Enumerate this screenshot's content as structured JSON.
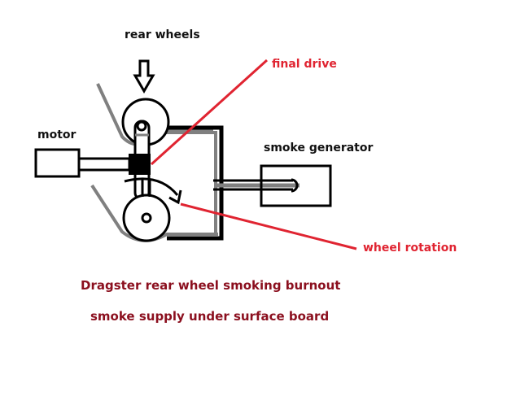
{
  "diagram": {
    "title": "Dragster rear wheel smoking burnout",
    "subtitle": "smoke supply under surface board",
    "labels": {
      "rear_wheels": "rear wheels",
      "motor": "motor",
      "smoke_generator": "smoke generator",
      "final_drive": "final drive",
      "wheel_rotation": "wheel rotation"
    },
    "colors": {
      "outline": "#000000",
      "duct": "#808080",
      "callout": "#e02431",
      "caption": "#8b0f1e"
    }
  }
}
